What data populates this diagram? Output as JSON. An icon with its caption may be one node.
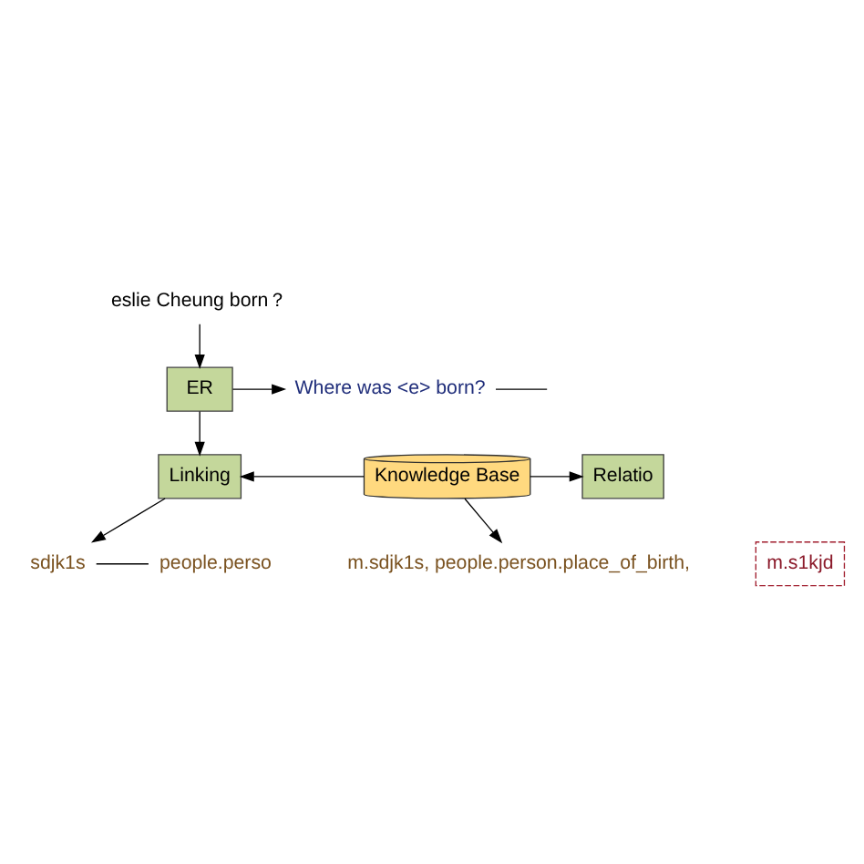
{
  "diagram": {
    "nodes": [
      {
        "text": [
          "eslie Cheung born？"
        ]
      },
      {
        "text": [
          "ER"
        ]
      },
      {
        "text": [
          "Where was <e> born?"
        ]
      },
      {
        "text": [
          "Linking"
        ]
      },
      {
        "text": [
          "Knowledge Base"
        ]
      },
      {
        "text": [
          "Relatio"
        ]
      },
      {
        "text": [
          "sdjk1s"
        ]
      },
      {
        "text": [
          "people.perso"
        ]
      },
      {
        "text": [
          "m.sdjk1s, people.person.place_of_birth,"
        ]
      },
      {
        "text": [
          "m.s1kjd"
        ]
      }
    ],
    "edges": [
      {
        "from": 0,
        "to": 1,
        "arrow": "to"
      },
      {
        "from": 1,
        "to": 2,
        "arrow": "to"
      },
      {
        "from": 2,
        "to": null,
        "arrow": "none"
      },
      {
        "from": 1,
        "to": 3,
        "arrow": "to"
      },
      {
        "from": 4,
        "to": 3,
        "arrow": "to"
      },
      {
        "from": 4,
        "to": 5,
        "arrow": "to"
      },
      {
        "from": 3,
        "to": 6,
        "arrow": "to"
      },
      {
        "from": 6,
        "to": 7,
        "arrow": "none"
      },
      {
        "from": 4,
        "to": 8,
        "arrow": "to"
      }
    ]
  }
}
